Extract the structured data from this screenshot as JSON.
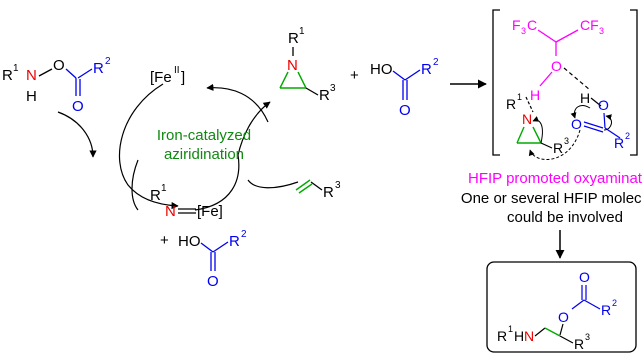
{
  "labels": {
    "reagent_r1": "R",
    "reagent_sup1": "1",
    "reagent_n": "N",
    "reagent_h": "H",
    "reagent_o1": "O",
    "reagent_o2": "O",
    "reagent_r2": "R",
    "reagent_sup2": "2",
    "fe2": "[Fe",
    "fe2_sup": "II",
    "fe2_close": "]",
    "aziridine_r1": "R",
    "aziridine_sup1": "1",
    "aziridine_n": "N",
    "aziridine_r3": "R",
    "aziridine_sup3": "3",
    "plus": "+",
    "acid_ho": "HO",
    "acid_o": "O",
    "acid_r": "R",
    "acid_sup": "2",
    "cycle_line1": "Iron-catalyzed",
    "cycle_line2": "aziridination",
    "nitrene_r": "R",
    "nitrene_sup": "1",
    "nitrene_n": "N",
    "nitrene_fe": "[Fe]",
    "alkene_r": "R",
    "alkene_sup": "3",
    "ts_cf3_left": "F",
    "ts_cf3_left_sub": "3",
    "ts_cf3_left_c": "C",
    "ts_cf3_right": "CF",
    "ts_cf3_right_sub": "3",
    "ts_o": "O",
    "ts_h": "H",
    "ts_h2": "H",
    "ts_o_acid": "O",
    "ts_o_carbonyl": "O",
    "ts_r1": "R",
    "ts_sup1": "1",
    "ts_n": "N",
    "ts_r3": "R",
    "ts_sup3": "3",
    "ts_r2": "R",
    "ts_sup2": "2",
    "hfip_caption": "HFIP promoted oxyamination",
    "note_line1": "One or several HFIP molecules",
    "note_line2": "could be involved",
    "prod_o_carbonyl": "O",
    "prod_o": "O",
    "prod_r2": "R",
    "prod_sup2": "2",
    "prod_r1": "R",
    "prod_sup1": "1",
    "prod_hn_h": "H",
    "prod_n": "N",
    "prod_r3": "R",
    "prod_sup3": "3"
  },
  "colors": {
    "black": "#000000",
    "nitrogen": "#ee0000",
    "acid_blue": "#0000ee",
    "hfip_magenta": "#ff00ff",
    "green_text": "#118811",
    "alkene_green": "#00aa00"
  }
}
